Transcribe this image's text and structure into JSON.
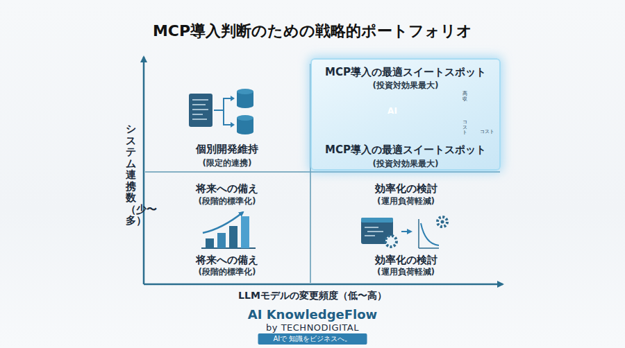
{
  "diagram": {
    "title": "MCP導入判断のための戦略的ポートフォリオ",
    "nodes": [
      {
        "text": [
          "個別開発維持",
          "(限定的連携)"
        ]
      },
      {
        "text": [
          "MCP導入の最適スイートスポット",
          "(投資対効果最大)",
          "MCP導入の最適スイートスポット",
          "(投資対効果最大)"
        ]
      },
      {
        "text": [
          "将来への備え",
          "(段階的標準化)",
          "将来への備え",
          "(段階的標準化)"
        ]
      },
      {
        "text": [
          "効率化の検討",
          "(運用負荷軽減)",
          "効率化の検討",
          "(運用負荷軽減)"
        ]
      }
    ],
    "labels": [
      "システム連携数（少〜多）",
      "LLMモデルの変更頻度（低〜高）",
      "AI",
      "高収",
      "コスト",
      "コスト",
      "AI KnowledgeFlow",
      "by TECHNODIGITAL",
      "AIで 知識をビジネスへ。"
    ]
  }
}
